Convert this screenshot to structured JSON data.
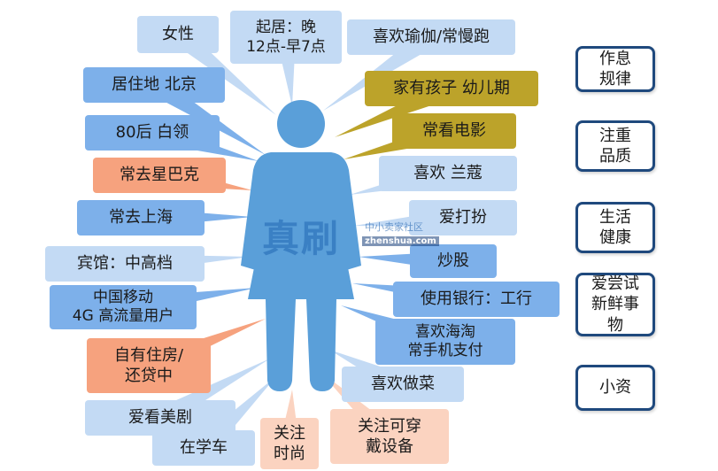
{
  "colors": {
    "light": "#c3daf4",
    "mid": "#7db0ea",
    "gold": "#bca32a",
    "salmon": "#f6a27e",
    "peach": "#fbd3c0",
    "figure": "#5a9fd9",
    "side_border": "#1f497d"
  },
  "tags": {
    "female": "女性",
    "sleep_schedule": "起居：晚\n12点-早7点",
    "yoga_jogging": "喜欢瑜伽/常慢跑",
    "residence": "居住地 北京",
    "child": "家有孩子 幼儿期",
    "born_80s": "80后 白领",
    "movies": "常看电影",
    "starbucks": "常去星巴克",
    "lancome": "喜欢 兰蔻",
    "shanghai": "常去上海",
    "dress_up": "爱打扮",
    "hotel": "宾馆：中高档",
    "stocks": "炒股",
    "china_mobile": "中国移动\n4G 高流量用户",
    "bank": "使用银行：工行",
    "taobao": "喜欢海淘\n常手机支付",
    "own_house": "自有住房/\n还贷中",
    "cooking": "喜欢做菜",
    "us_drama": "爱看美剧",
    "wearables": "关注可穿\n戴设备",
    "driving": "在学车",
    "fashion": "关注\n时尚"
  },
  "side_labels": {
    "routine": "作息\n规律",
    "quality": "注重\n品质",
    "healthy": "生活\n健康",
    "novelty": "爱尝试\n新鲜事\n物",
    "petty_bourgeois": "小资"
  },
  "watermark": {
    "brand": "真刷",
    "small": "中小卖家社区",
    "url": "zhenshua.com"
  }
}
